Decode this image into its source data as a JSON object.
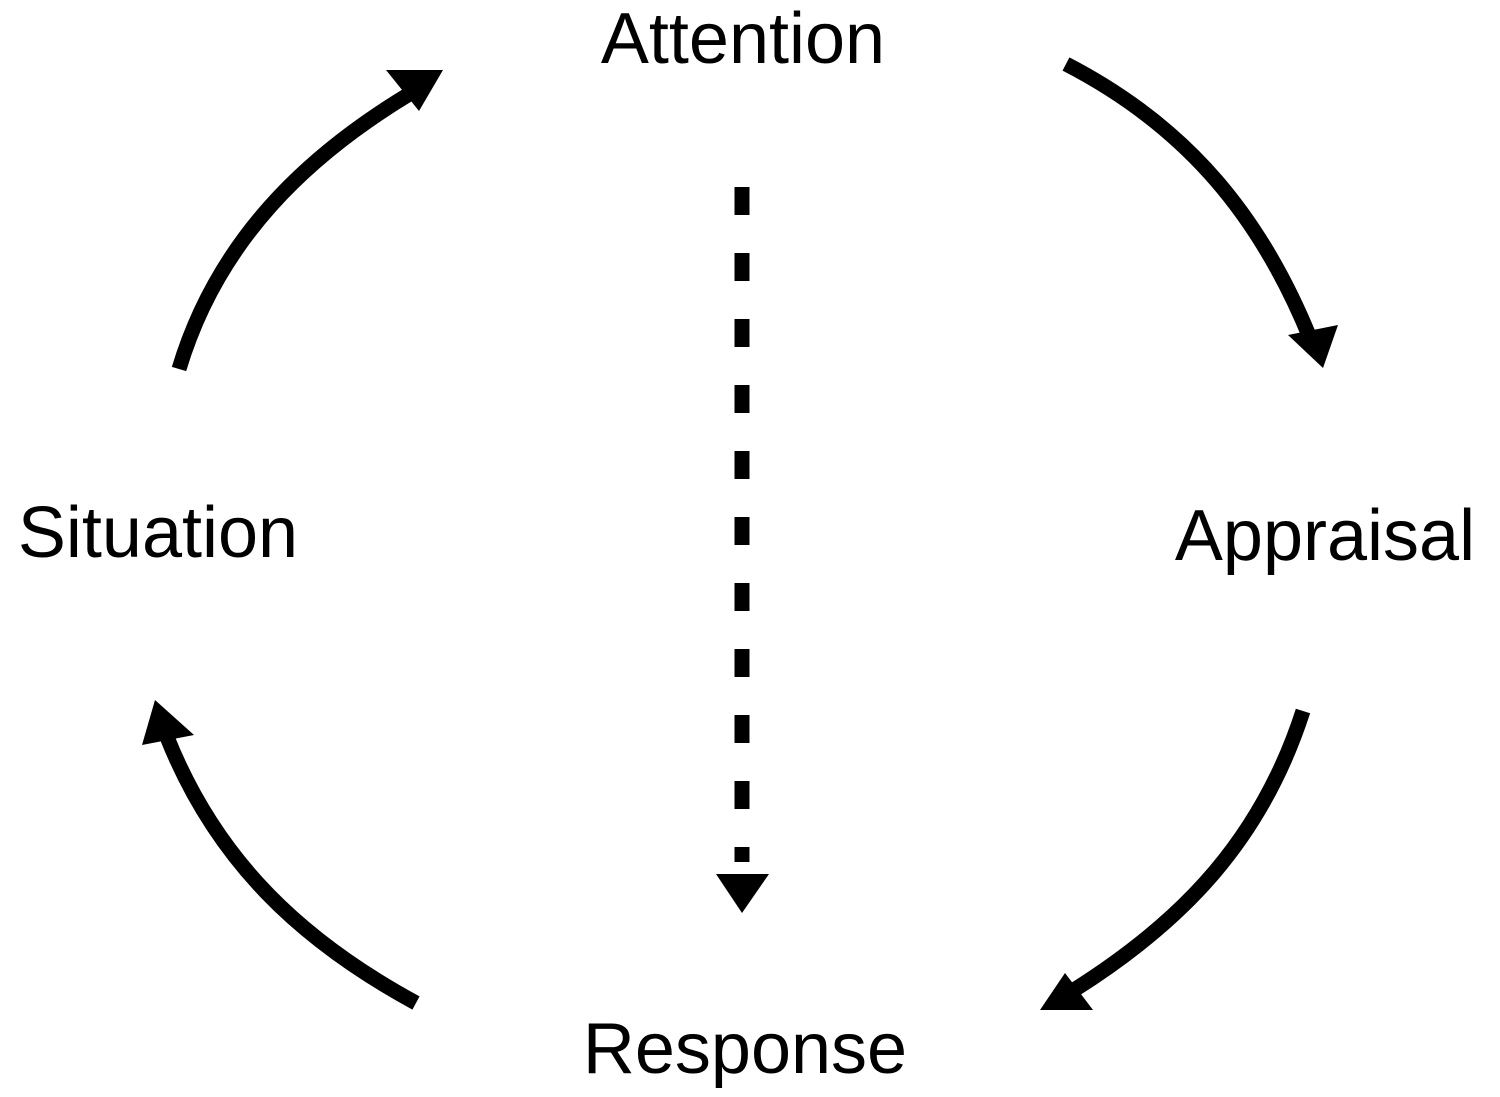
{
  "diagram": {
    "nodes": {
      "attention": "Attention",
      "appraisal": "Appraisal",
      "response": "Response",
      "situation": "Situation"
    },
    "edges": [
      {
        "from": "Situation",
        "to": "Attention",
        "style": "solid"
      },
      {
        "from": "Attention",
        "to": "Appraisal",
        "style": "solid"
      },
      {
        "from": "Appraisal",
        "to": "Response",
        "style": "solid"
      },
      {
        "from": "Response",
        "to": "Situation",
        "style": "solid"
      },
      {
        "from": "Attention",
        "to": "Response",
        "style": "dashed"
      }
    ],
    "colors": {
      "stroke": "#000000",
      "background": "#ffffff"
    }
  }
}
